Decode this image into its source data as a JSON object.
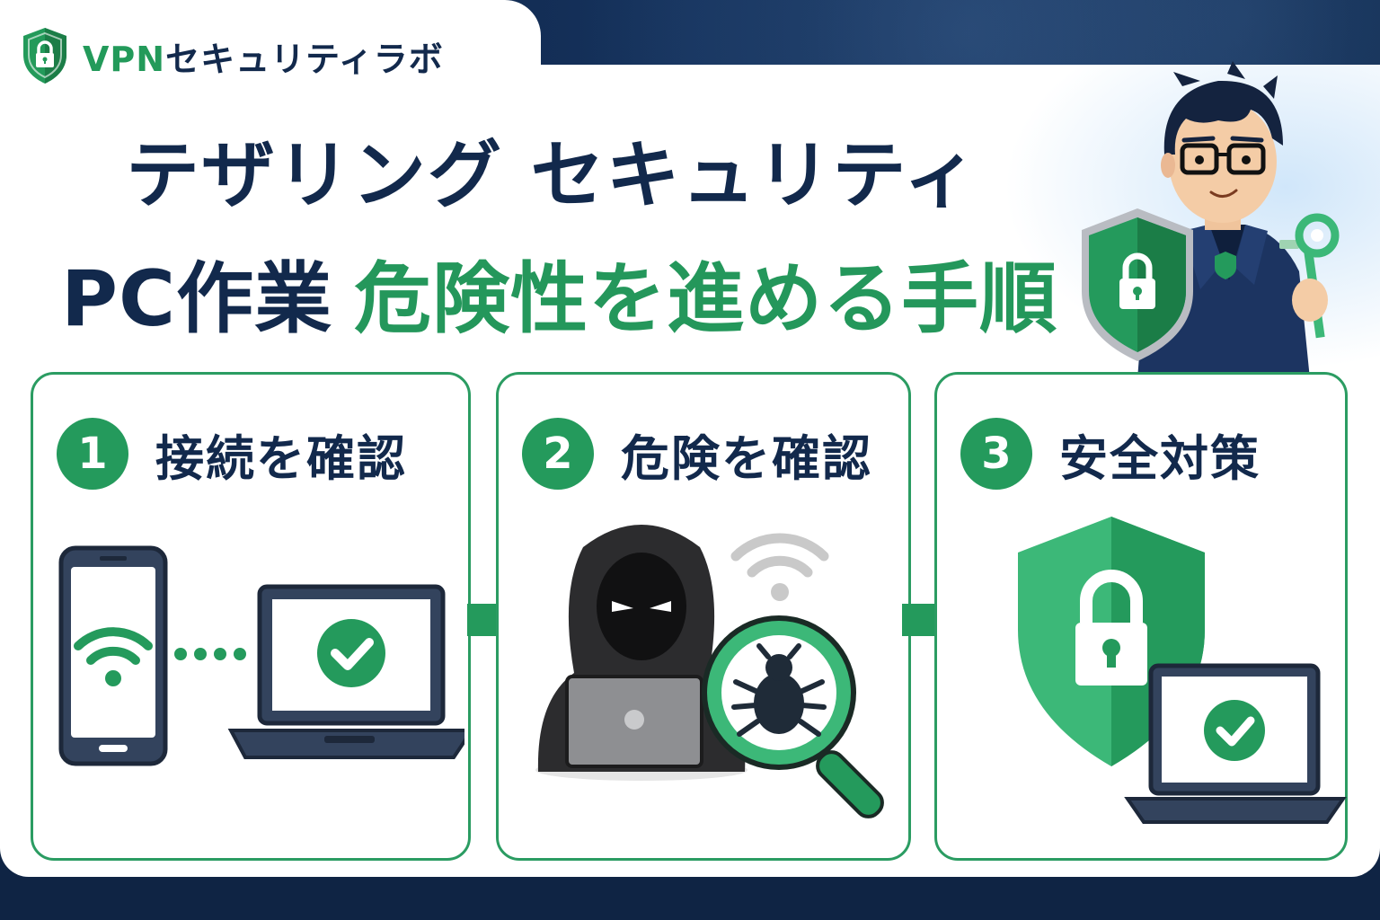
{
  "brand": {
    "name_accent": "VPN",
    "name_rest": "セキュリティラボ"
  },
  "title": {
    "line1": "テザリング セキュリティ",
    "line2_dark": "PC作業",
    "line2_accent": "危険性を進める手順"
  },
  "steps": [
    {
      "number": "1",
      "label": "接続を確認"
    },
    {
      "number": "2",
      "label": "危険を確認"
    },
    {
      "number": "3",
      "label": "安全対策"
    }
  ],
  "colors": {
    "navy": "#12294c",
    "green": "#249a5c",
    "green_light": "#3cb878",
    "border": "#2b9c62"
  },
  "icons": [
    "shield-lock-icon",
    "smartphone-icon",
    "wifi-icon",
    "laptop-icon",
    "check-icon",
    "hacker-icon",
    "magnifier-bug-icon",
    "shield-icon",
    "arrow-right-icon"
  ]
}
